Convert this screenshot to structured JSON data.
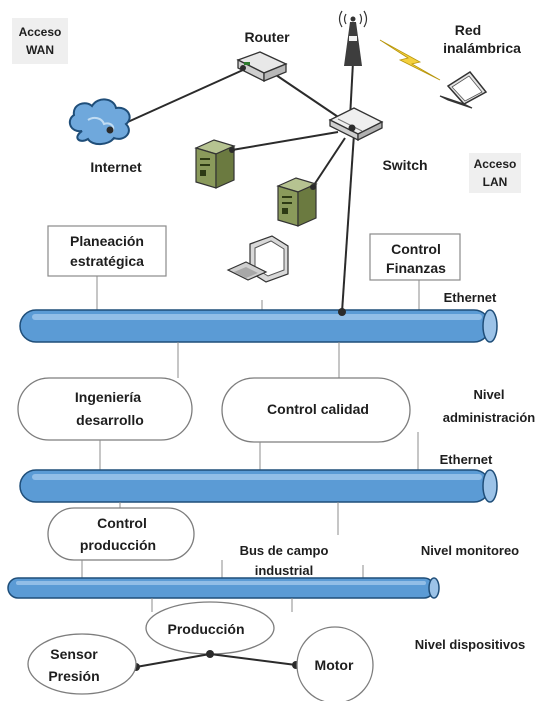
{
  "labels": {
    "wan_l1": "Acceso",
    "wan_l2": "WAN",
    "router": "Router",
    "red_l1": "Red",
    "red_l2": "inalámbrica",
    "internet": "Internet",
    "switch": "Switch",
    "lan_l1": "Acceso",
    "lan_l2": "LAN",
    "planeacion_l1": "Planeación",
    "planeacion_l2": "estratégica",
    "finanzas_l1": "Control",
    "finanzas_l2": "Finanzas",
    "ethernet_top": "Ethernet",
    "ingenieria_l1": "Ingeniería",
    "ingenieria_l2": "desarrollo",
    "calidad": "Control  calidad",
    "nivel_admin_l1": "Nivel",
    "nivel_admin_l2": "administración",
    "ethernet_mid": "Ethernet",
    "produccion_ctrl_l1": "Control",
    "produccion_ctrl_l2": "producción",
    "bus_l1": "Bus de campo",
    "bus_l2": "industrial",
    "nivel_monitoreo": "Nivel monitoreo",
    "produccion": "Producción",
    "nivel_dispositivos": "Nivel dispositivos",
    "sensor_l1": "Sensor",
    "sensor_l2": "Presión",
    "motor": "Motor"
  },
  "colors": {
    "bus_fill": "#5b9bd5",
    "bus_stroke": "#1f4e79",
    "server": "#8a9a5b",
    "cloud": "#6fa8dc",
    "bolt": "#f4d03f"
  },
  "icons": [
    "cloud-icon",
    "router-icon",
    "antenna-icon",
    "laptop-icon",
    "lightning-icon",
    "switch-icon",
    "server-icon",
    "desktop-computer-icon"
  ]
}
